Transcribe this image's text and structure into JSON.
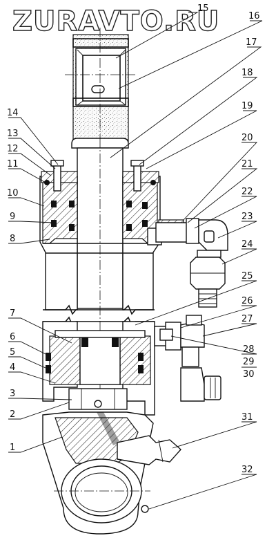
{
  "watermark": "ZURAVTO.RU",
  "callouts": [
    "1",
    "2",
    "3",
    "4",
    "5",
    "6",
    "7",
    "8",
    "9",
    "10",
    "11",
    "12",
    "13",
    "14",
    "15",
    "16",
    "17",
    "18",
    "19",
    "20",
    "21",
    "22",
    "23",
    "24",
    "25",
    "26",
    "27",
    "28",
    "29",
    "30",
    "31",
    "32"
  ],
  "colors": {
    "ink": "#111111",
    "paper": "#ffffff"
  }
}
